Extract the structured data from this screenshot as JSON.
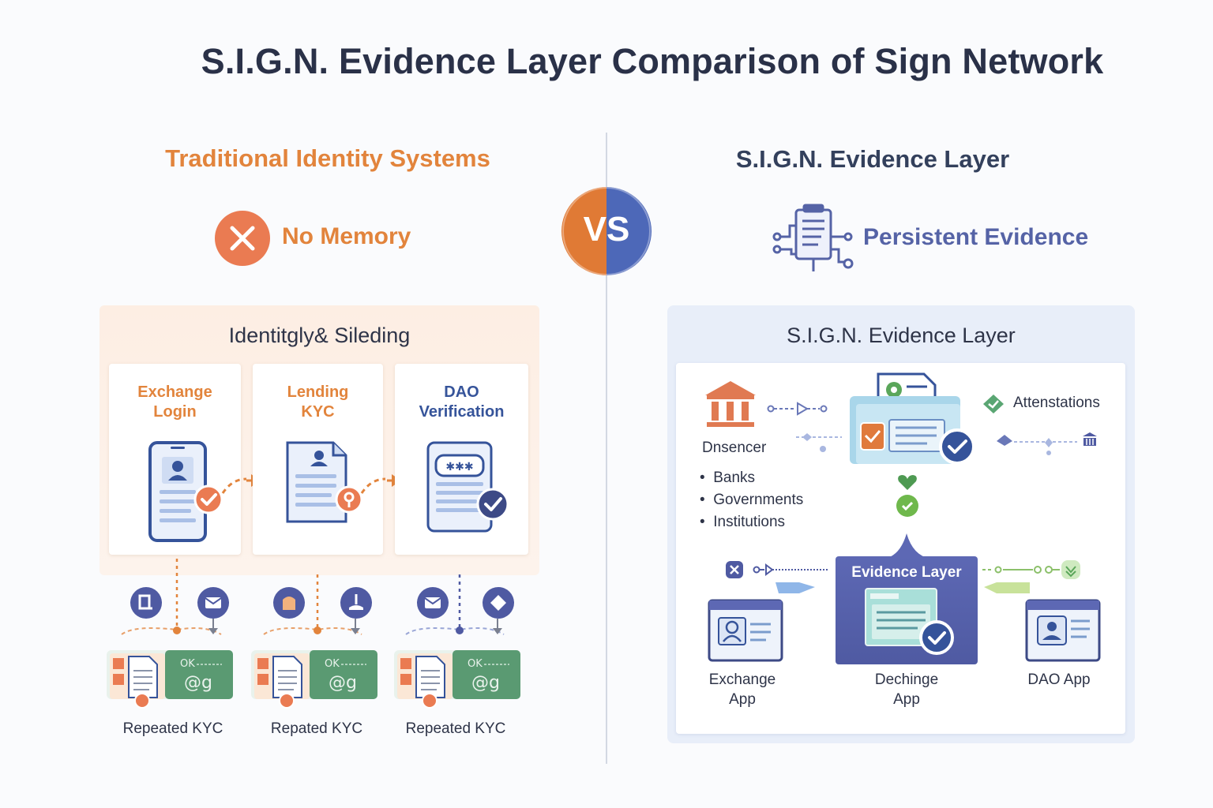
{
  "title": "S.I.G.N. Evidence Layer Comparison of Sign Network",
  "vs_label": "VS",
  "left": {
    "heading": "Traditional Identity Systems",
    "status_label": "No Memory",
    "status_icon": "x-circle-icon",
    "panel_title": "Identitgly& Sileding",
    "cards": [
      {
        "line1": "Exchange",
        "line2": "Login",
        "color": "#e2843c",
        "icon": "phone-profile-icon"
      },
      {
        "line1": "Lending",
        "line2": "KYC",
        "color": "#e2843c",
        "icon": "document-profile-icon"
      },
      {
        "line1": "DAO",
        "line2": "Verification",
        "color": "#36549a",
        "icon": "tablet-verify-icon"
      }
    ],
    "kyc_labels": [
      "Repeated KYC",
      "Repated KYC",
      "Repeated KYC"
    ]
  },
  "right": {
    "heading": "S.I.G.N. Evidence Layer",
    "status_label": "Persistent Evidence",
    "status_icon": "network-document-icon",
    "panel_title": "S.I.G.N. Evidence Layer",
    "issuer": {
      "label": "Dnsencer",
      "items": [
        "Banks",
        "Governments",
        "Institutions"
      ],
      "icon": "bank-icon"
    },
    "attestations_label": "Attenstations",
    "evidence_layer_label": "Evidence Layer",
    "apps": [
      {
        "line1": "Exchange",
        "line2": "App"
      },
      {
        "line1": "Dechinge",
        "line2": "App"
      },
      {
        "line1": "DAO App",
        "line2": ""
      }
    ]
  },
  "colors": {
    "orange": "#e2843c",
    "blue": "#4f5aa2",
    "navy": "#2a3148",
    "green": "#5a9a72"
  }
}
